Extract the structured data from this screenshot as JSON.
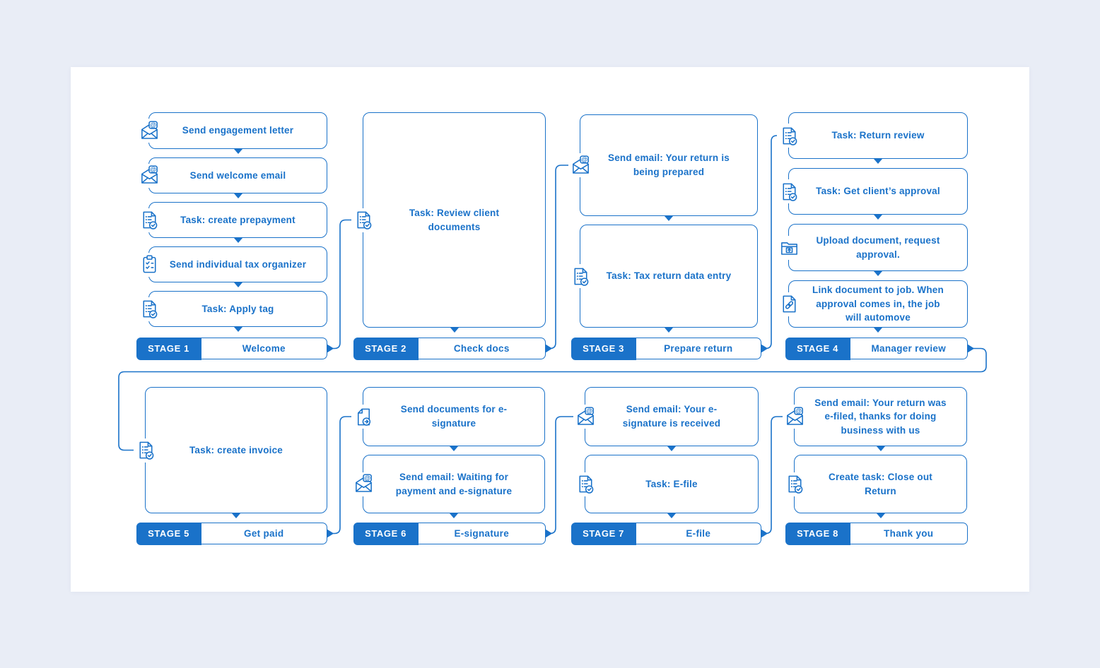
{
  "colors": {
    "primary_blue": "#1a72c9",
    "background": "#e9edf6",
    "card": "#ffffff",
    "pill_text": "#ffffff"
  },
  "stages": [
    {
      "stage": "STAGE 1",
      "name": "Welcome",
      "tasks": [
        {
          "icon": "email-open",
          "label": "Send engagement letter"
        },
        {
          "icon": "email-open",
          "label": "Send welcome email"
        },
        {
          "icon": "doc-check",
          "label": "Task: create prepayment"
        },
        {
          "icon": "clipboard-check",
          "label": "Send individual tax organizer"
        },
        {
          "icon": "doc-check",
          "label": "Task: Apply tag"
        }
      ]
    },
    {
      "stage": "STAGE 2",
      "name": "Check docs",
      "tasks": [
        {
          "icon": "doc-check",
          "label": "Task: Review client documents"
        }
      ]
    },
    {
      "stage": "STAGE 3",
      "name": "Prepare return",
      "tasks": [
        {
          "icon": "email-open",
          "label": "Send email: Your return is being prepared"
        },
        {
          "icon": "doc-check",
          "label": "Task: Tax return data entry"
        }
      ]
    },
    {
      "stage": "STAGE 4",
      "name": "Manager review",
      "tasks": [
        {
          "icon": "doc-check",
          "label": "Task: Return review"
        },
        {
          "icon": "doc-check",
          "label": "Task: Get client’s approval"
        },
        {
          "icon": "folder-upload",
          "label": "Upload document, request approval."
        },
        {
          "icon": "doc-link",
          "label": "Link document to job. When approval comes in, the job will automove"
        }
      ]
    },
    {
      "stage": "STAGE 5",
      "name": "Get paid",
      "tasks": [
        {
          "icon": "doc-check",
          "label": "Task: create invoice"
        }
      ]
    },
    {
      "stage": "STAGE 6",
      "name": "E-signature",
      "tasks": [
        {
          "icon": "doc-send",
          "label": "Send documents for e-signature"
        },
        {
          "icon": "email-open",
          "label": "Send email: Waiting for payment and e-signature"
        }
      ]
    },
    {
      "stage": "STAGE 7",
      "name": "E-file",
      "tasks": [
        {
          "icon": "email-open",
          "label": "Send email: Your e-signature is received"
        },
        {
          "icon": "doc-check",
          "label": "Task: E-file"
        }
      ]
    },
    {
      "stage": "STAGE 8",
      "name": "Thank you",
      "tasks": [
        {
          "icon": "email-open",
          "label": "Send email: Your return was e-filed, thanks for doing business with us"
        },
        {
          "icon": "doc-check",
          "label": "Create task: Close out Return"
        }
      ]
    }
  ]
}
